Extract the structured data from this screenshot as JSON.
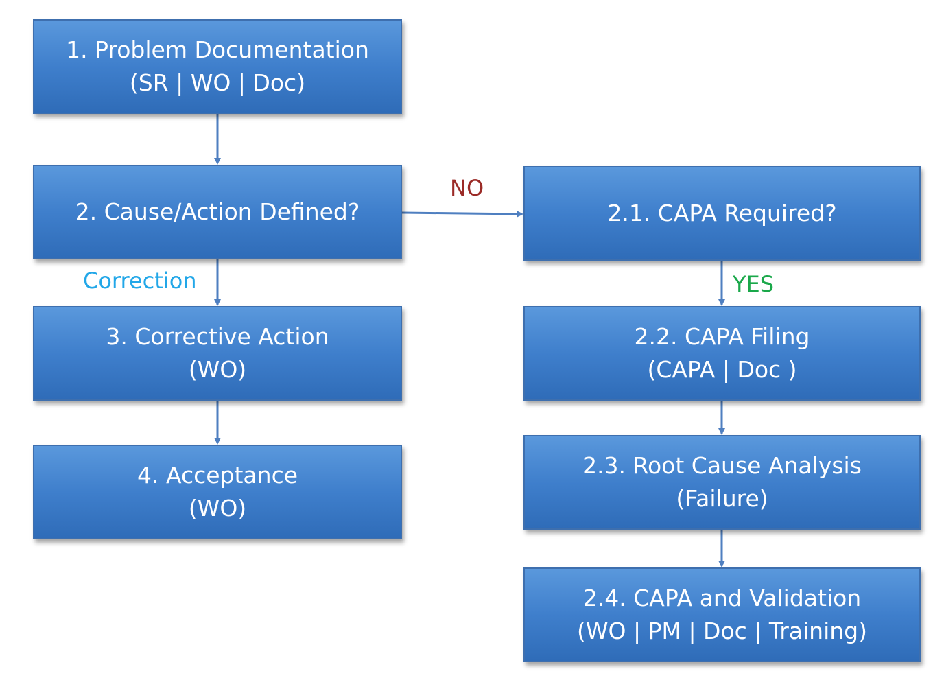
{
  "steps": {
    "s1": {
      "line1": "1. Problem Documentation",
      "line2": "(SR | WO | Doc)"
    },
    "s2": {
      "line1": "2. Cause/Action Defined?"
    },
    "s3": {
      "line1": "3. Corrective Action",
      "line2": "(WO)"
    },
    "s4": {
      "line1": "4. Acceptance",
      "line2": "(WO)"
    },
    "s21": {
      "line1": "2.1. CAPA Required?"
    },
    "s22": {
      "line1": "2.2. CAPA Filing",
      "line2": "(CAPA | Doc )"
    },
    "s23": {
      "line1": "2.3. Root Cause Analysis",
      "line2": "(Failure)"
    },
    "s24": {
      "line1": "2.4. CAPA and Validation",
      "line2": "(WO | PM | Doc | Training)"
    }
  },
  "labels": {
    "no": "NO",
    "yes": "YES",
    "correction": "Correction"
  },
  "colors": {
    "box_fill": "#4a86d4",
    "connector": "#4f7fc0",
    "no": "#9b2b27",
    "yes": "#1aa84a",
    "correction": "#22a7e8"
  }
}
